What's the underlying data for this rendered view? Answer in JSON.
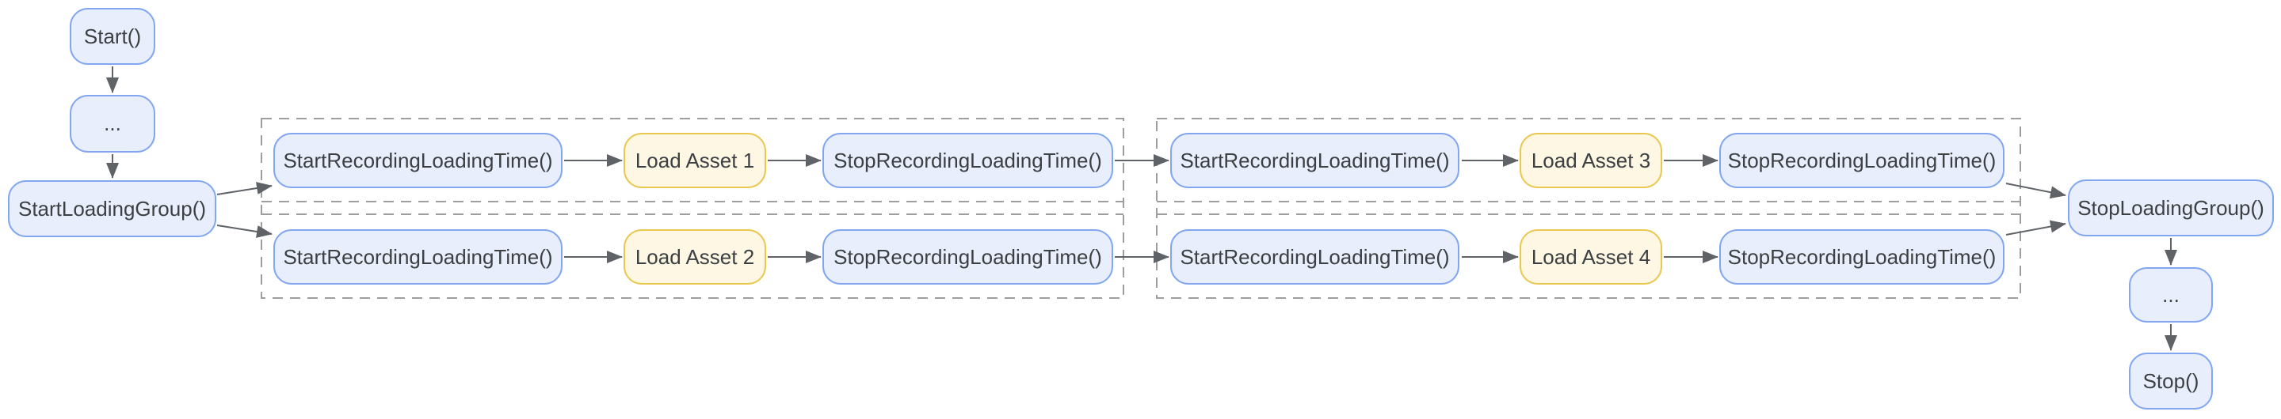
{
  "diagram": {
    "type": "flowchart",
    "colors": {
      "background": "#ffffff",
      "node_fill_blue": "#e8eefb",
      "node_border_blue": "#82a7f0",
      "node_fill_yellow": "#fdf7e3",
      "node_border_yellow": "#eac850",
      "text": "#3c4043",
      "arrow": "#5f6368",
      "group_border": "#9e9e9e"
    },
    "nodes": {
      "start": "Start()",
      "dots_top": "...",
      "start_loading_group": "StartLoadingGroup()",
      "g1r1_start": "StartRecordingLoadingTime()",
      "g1r1_load": "Load Asset 1",
      "g1r1_stop": "StopRecordingLoadingTime()",
      "g1r2_start": "StartRecordingLoadingTime()",
      "g1r2_load": "Load Asset 2",
      "g1r2_stop": "StopRecordingLoadingTime()",
      "g2r1_start": "StartRecordingLoadingTime()",
      "g2r1_load": "Load Asset 3",
      "g2r1_stop": "StopRecordingLoadingTime()",
      "g2r2_start": "StartRecordingLoadingTime()",
      "g2r2_load": "Load Asset 4",
      "g2r2_stop": "StopRecordingLoadingTime()",
      "stop_loading_group": "StopLoadingGroup()",
      "dots_bottom": "...",
      "stop": "Stop()"
    }
  }
}
